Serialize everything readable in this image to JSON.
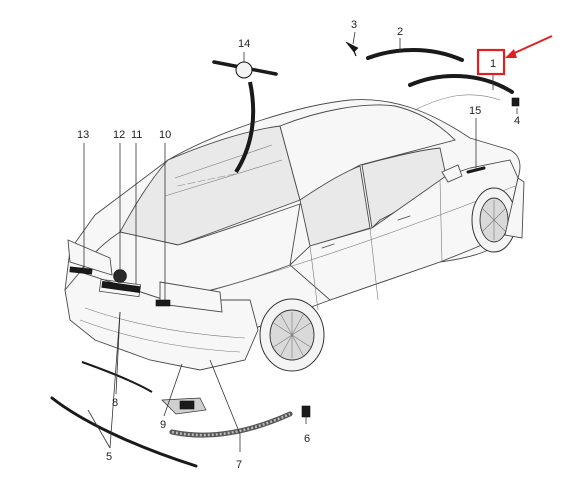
{
  "callouts": {
    "c1": "1",
    "c2": "2",
    "c3": "3",
    "c4": "4",
    "c5": "5",
    "c6": "6",
    "c7": "7",
    "c8": "8",
    "c9": "9",
    "c10": "10",
    "c11": "11",
    "c12": "12",
    "c13": "13",
    "c14": "14",
    "c15": "15"
  },
  "colors": {
    "highlight": "#e02020",
    "line": "#4a4a4a"
  }
}
